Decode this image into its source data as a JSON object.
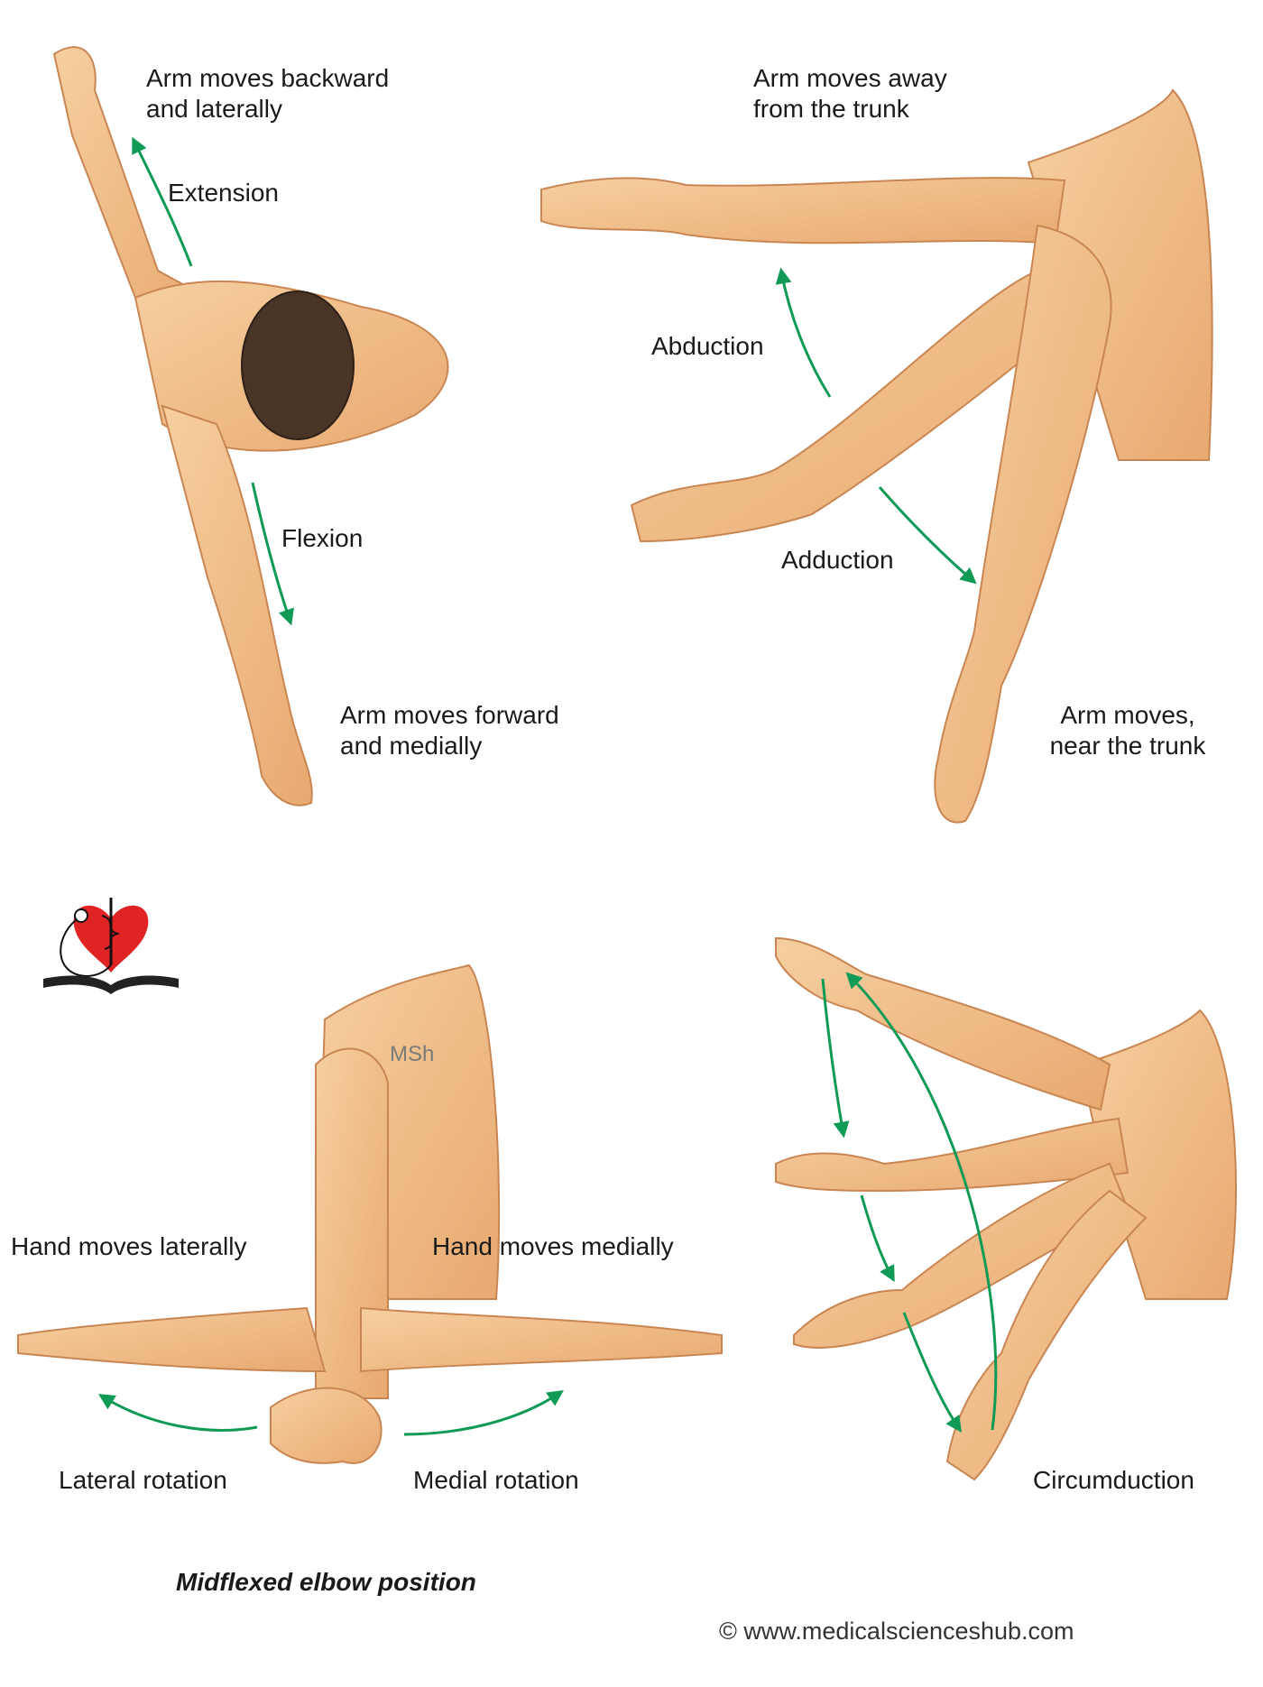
{
  "colors": {
    "skin": "#f1c08e",
    "skin_shade": "#d9965f",
    "hair": "#4a3426",
    "arrow": "#0f9a55",
    "heart": "#e02424"
  },
  "panels": {
    "extension_flexion": {
      "top_text": "Arm moves backward\nand laterally",
      "extension": "Extension",
      "flexion": "Flexion",
      "bottom_text": "Arm moves forward\nand medially"
    },
    "abduction_adduction": {
      "top_text": "Arm moves away\nfrom the trunk",
      "abduction": "Abduction",
      "adduction": "Adduction",
      "bottom_text": "Arm moves,\nnear the trunk"
    },
    "rotation": {
      "left_text": "Hand moves laterally",
      "right_text": "Hand moves medially",
      "lateral": "Lateral rotation",
      "medial": "Medial rotation",
      "watermark": "MSh",
      "caption": "Midflexed elbow position"
    },
    "circumduction": {
      "label": "Circumduction"
    }
  },
  "logo": {
    "icon": "heart-stethoscope-book-logo"
  },
  "credit": "© www.medicalscienceshub.com"
}
